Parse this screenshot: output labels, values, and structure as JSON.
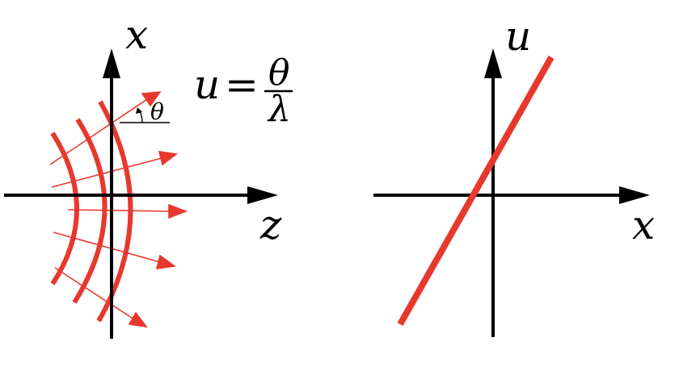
{
  "colors": {
    "axis": "#000000",
    "wave": "#e8382d",
    "background": "#ffffff"
  },
  "left_panel": {
    "vertical_axis_label": "x",
    "horizontal_axis_label": "z",
    "angle_label": "θ",
    "equation": {
      "lhs": "u",
      "equals": "=",
      "numerator": "θ",
      "denominator": "λ"
    }
  },
  "right_panel": {
    "vertical_axis_label": "u",
    "horizontal_axis_label": "x"
  }
}
